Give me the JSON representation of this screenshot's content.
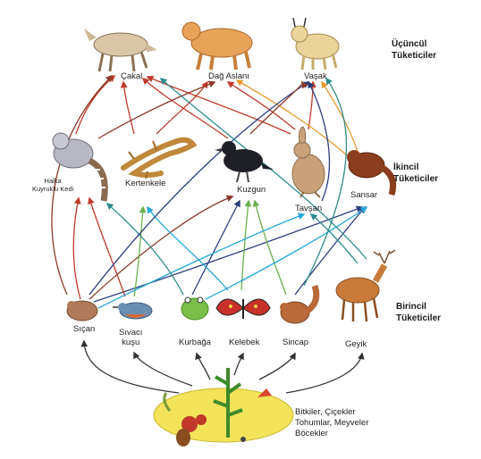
{
  "levels": {
    "tertiary": [
      "Üçüncül",
      "Tüketiciler"
    ],
    "secondary": [
      "İkincil",
      "Tüketiciler"
    ],
    "primary": [
      "Birincil",
      "Tüketiciler"
    ]
  },
  "tertiary": {
    "cakal": "Çakal",
    "dag_aslani": "Dağ Aslanı",
    "vasak": "Vaşak"
  },
  "secondary": {
    "halka_line1": "Halka",
    "halka_line2": "Kuyruklu Kedi",
    "kertenkele": "Kertenkele",
    "kuzgun": "Kuzgun",
    "tavsan": "Tavşan",
    "sansar": "Sansar"
  },
  "primary": {
    "sican": "Sıçan",
    "sivaci_line1": "Sıvacı",
    "sivaci_line2": "kuşu",
    "kurbaga": "Kurbağa",
    "kelebek": "Kelebek",
    "sincap": "Sincap",
    "geyik": "Geyik"
  },
  "producers": [
    "Bitkiler, Çiçekler",
    "Tohumlar, Meyveler",
    "Böcekler"
  ],
  "colors": {
    "red": "#c0392b",
    "brown": "#8b3a2a",
    "navy": "#2c3e80",
    "teal": "#2e8b8b",
    "cyan": "#27a6d9",
    "green": "#6ab04c",
    "orange": "#e89a2e",
    "black": "#333333",
    "plate": "#f2e35a"
  }
}
